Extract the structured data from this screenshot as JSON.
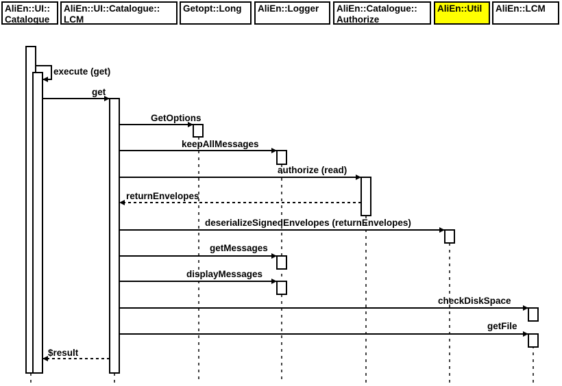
{
  "lifelines": [
    {
      "label": "AliEn::UI::\nCatalogue",
      "highlight": false
    },
    {
      "label": "AliEn::UI::Catalogue::\nLCM",
      "highlight": false
    },
    {
      "label": "Getopt::Long",
      "highlight": false
    },
    {
      "label": "AliEn::Logger",
      "highlight": false
    },
    {
      "label": "AliEn::Catalogue::\nAuthorize",
      "highlight": false
    },
    {
      "label": "AliEn::Util",
      "highlight": true
    },
    {
      "label": "AliEn::LCM",
      "highlight": false
    }
  ],
  "messages": [
    {
      "label": "execute (get)",
      "from": 0,
      "to": 0,
      "type": "self"
    },
    {
      "label": "get",
      "from": 0,
      "to": 1,
      "type": "call"
    },
    {
      "label": "GetOptions",
      "from": 1,
      "to": 2,
      "type": "call"
    },
    {
      "label": "keepAllMessages",
      "from": 1,
      "to": 3,
      "type": "call"
    },
    {
      "label": "authorize (read)",
      "from": 1,
      "to": 4,
      "type": "call"
    },
    {
      "label": "returnEnvelopes",
      "from": 4,
      "to": 1,
      "type": "return"
    },
    {
      "label": "deserializeSignedEnvelopes (returnEnvelopes)",
      "from": 1,
      "to": 5,
      "type": "call"
    },
    {
      "label": "getMessages",
      "from": 1,
      "to": 3,
      "type": "call"
    },
    {
      "label": "displayMessages",
      "from": 1,
      "to": 3,
      "type": "call"
    },
    {
      "label": "checkDiskSpace",
      "from": 1,
      "to": 6,
      "type": "call"
    },
    {
      "label": "getFile",
      "from": 1,
      "to": 6,
      "type": "call"
    },
    {
      "label": "$result",
      "from": 1,
      "to": 0,
      "type": "return"
    }
  ],
  "colors": {
    "highlight": "#ffff00",
    "line": "#000000",
    "background": "#ffffff"
  }
}
